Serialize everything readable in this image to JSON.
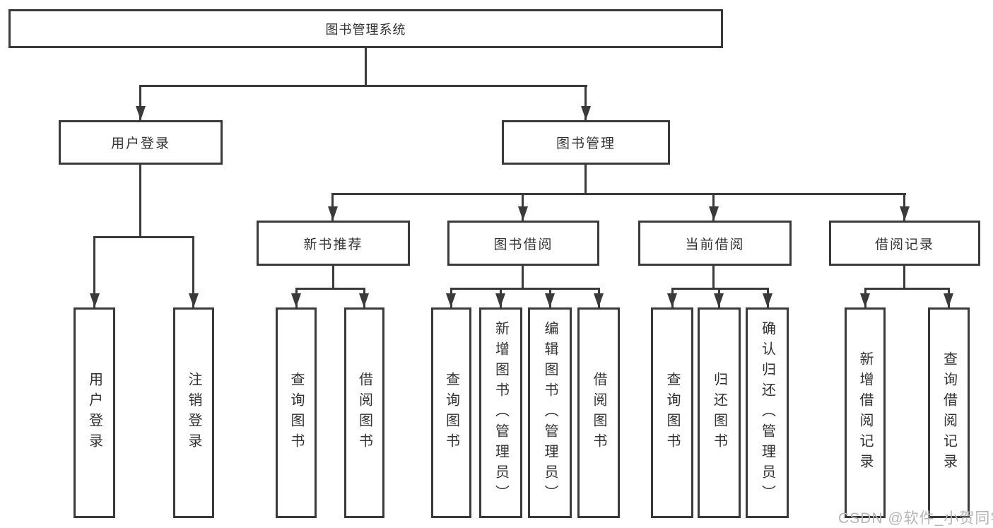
{
  "colors": {
    "line": "#3a3a3a",
    "box_background": "#ffffff",
    "text": "#333333",
    "watermark_text": "#b5b5b5"
  },
  "nodes": {
    "root": {
      "label": "图书管理系统"
    },
    "user_login": {
      "label": "用户登录"
    },
    "book_mgmt": {
      "label": "图书管理"
    },
    "new_book_rec": {
      "label": "新书推荐"
    },
    "book_borrow": {
      "label": "图书借阅"
    },
    "current_borrow": {
      "label": "当前借阅"
    },
    "borrow_records": {
      "label": "借阅记录"
    },
    "leaf_user_login": {
      "label": "用户登录"
    },
    "leaf_logout": {
      "label": "注销登录"
    },
    "leaf_query_book_rec": {
      "label": "查询图书"
    },
    "leaf_borrow_book_rec": {
      "label": "借阅图书"
    },
    "leaf_query_book_borrow": {
      "label": "查询图书"
    },
    "leaf_add_book_admin": {
      "label": "新增图书（管理员）"
    },
    "leaf_edit_book_admin": {
      "label": "编辑图书（管理员）"
    },
    "leaf_borrow_book_borrow": {
      "label": "借阅图书"
    },
    "leaf_query_book_current": {
      "label": "查询图书"
    },
    "leaf_return_book": {
      "label": "归还图书"
    },
    "leaf_confirm_return_admin": {
      "label": "确认归还（管理员）"
    },
    "leaf_add_borrow_record": {
      "label": "新增借阅记录"
    },
    "leaf_query_borrow_record": {
      "label": "查询借阅记录"
    }
  },
  "watermark": {
    "text": "CSDN @软件_小贺同学"
  }
}
